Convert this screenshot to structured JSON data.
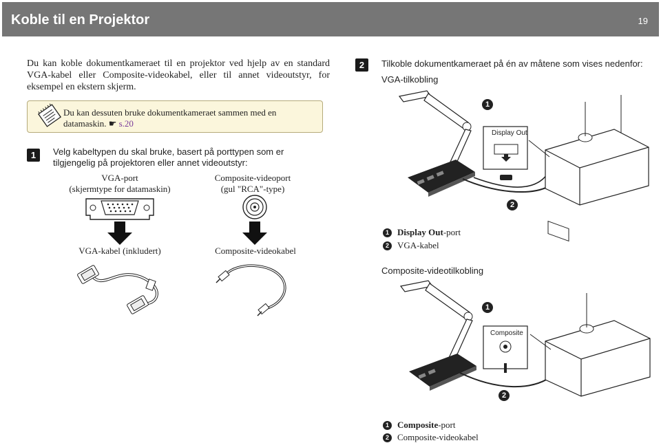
{
  "header": {
    "title": "Koble til en Projektor",
    "page_number": "19"
  },
  "intro": "Du kan koble dokumentkameraet til en projektor ved hjelp av en standard VGA-kabel eller Composite-videokabel, eller til annet videoutstyr, for eksempel en ekstern skjerm.",
  "note": {
    "icon": "note-icon",
    "text": "Du kan dessuten bruke dokumentkameraet sammen med en datamaskin.",
    "pointer": "☛",
    "link": "s.20"
  },
  "step1": {
    "number": "1",
    "text": "Velg kabeltypen du skal bruke, basert på porttypen som er tilgjengelig på projektoren eller annet videoutstyr:",
    "vga_port": {
      "line1": "VGA-port",
      "line2": "(skjermtype for datamaskin)"
    },
    "composite_port": {
      "line1": "Composite-videoport",
      "line2": "(gul \"RCA\"-type)"
    },
    "vga_cable": "VGA-kabel (inkludert)",
    "composite_cable": "Composite-videokabel"
  },
  "step2": {
    "number": "2",
    "text": "Tilkoble dokumentkameraet på én av måtene som vises nedenfor:",
    "vga_heading": "VGA-tilkobling",
    "display_out_label": "Display Out",
    "vga_legend": [
      {
        "num": "1",
        "bold": "Display Out",
        "rest": "-port"
      },
      {
        "num": "2",
        "bold": "",
        "rest": "VGA-kabel"
      }
    ],
    "composite_heading": "Composite-videotilkobling",
    "composite_label": "Composite",
    "composite_legend": [
      {
        "num": "1",
        "bold": "Composite",
        "rest": "-port"
      },
      {
        "num": "2",
        "bold": "",
        "rest": "Composite-videokabel"
      }
    ],
    "callouts": [
      "1",
      "2"
    ]
  }
}
